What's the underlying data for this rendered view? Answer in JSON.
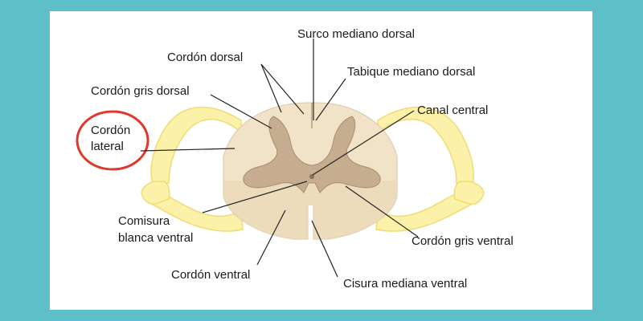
{
  "diagram": {
    "labels": {
      "surco_mediano_dorsal": "Surco mediano dorsal",
      "cordon_dorsal": "Cordón dorsal",
      "tabique_mediano_dorsal": "Tabique mediano dorsal",
      "cordon_gris_dorsal": "Cordón gris dorsal",
      "canal_central": "Canal central",
      "cordon_lateral_line1": "Cordón",
      "cordon_lateral_line2": "lateral",
      "comisura_line1": "Comisura",
      "comisura_line2": "blanca ventral",
      "cordon_gris_ventral": "Cordón gris ventral",
      "cordon_ventral": "Cordón ventral",
      "cisura_mediana_ventral": "Cisura mediana ventral"
    },
    "colors": {
      "frame": "#5fbfc8",
      "background": "#ffffff",
      "white_matter": "#f1e3c8",
      "gray_matter": "#c6ad8f",
      "nerve_roots": "#fbf1a8",
      "nerve_outline": "#f2e07a",
      "highlight_circle": "#e1382c",
      "leader_lines": "#222222"
    }
  }
}
